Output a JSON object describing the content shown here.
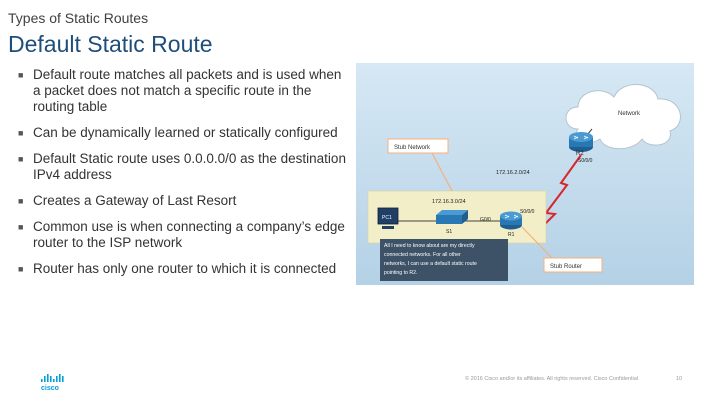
{
  "header": {
    "subtitle": "Types of Static Routes",
    "title": "Default Static Route"
  },
  "bullets": [
    "Default route matches all packets and is used when a packet does not match a specific route in the routing table",
    "Can be dynamically learned or statically configured",
    "Default Static route uses 0.0.0.0/0 as the destination IPv4 address",
    "Creates a Gateway of Last Resort",
    "Common use is when connecting a company’s edge router to the ISP network",
    "Router has only one router to which it is connected"
  ],
  "diagram": {
    "cloud_label": "Network",
    "r2_label": "R2",
    "r2_port": "S0/0/0",
    "stub_network_label": "Stub Network",
    "link_network": "172.16.2.0/24",
    "lan_network": "172.16.3.0/24",
    "pc_label": "PC1",
    "switch_label": "S1",
    "r1_label": "R1",
    "r1_lan_port": "G0/0",
    "r1_wan_port": "S0/0/0",
    "stub_router_label": "Stub Router",
    "note_lines": [
      "All I need to know about are my directly",
      "connected networks. For all other",
      "networks, I can use a default static route",
      "pointing to R2."
    ],
    "colors": {
      "background": "#c3dcec",
      "lan_area": "#f2eec8",
      "callout": "#f6b07d",
      "lightning": "#d7262c",
      "note_box": "#3d5167"
    }
  },
  "footer": {
    "logo_text": "cisco",
    "copyright": "© 2016 Cisco and/or its affiliates. All rights reserved. Cisco Confidential",
    "page_number": "10"
  },
  "brand_color": "#049fd9"
}
